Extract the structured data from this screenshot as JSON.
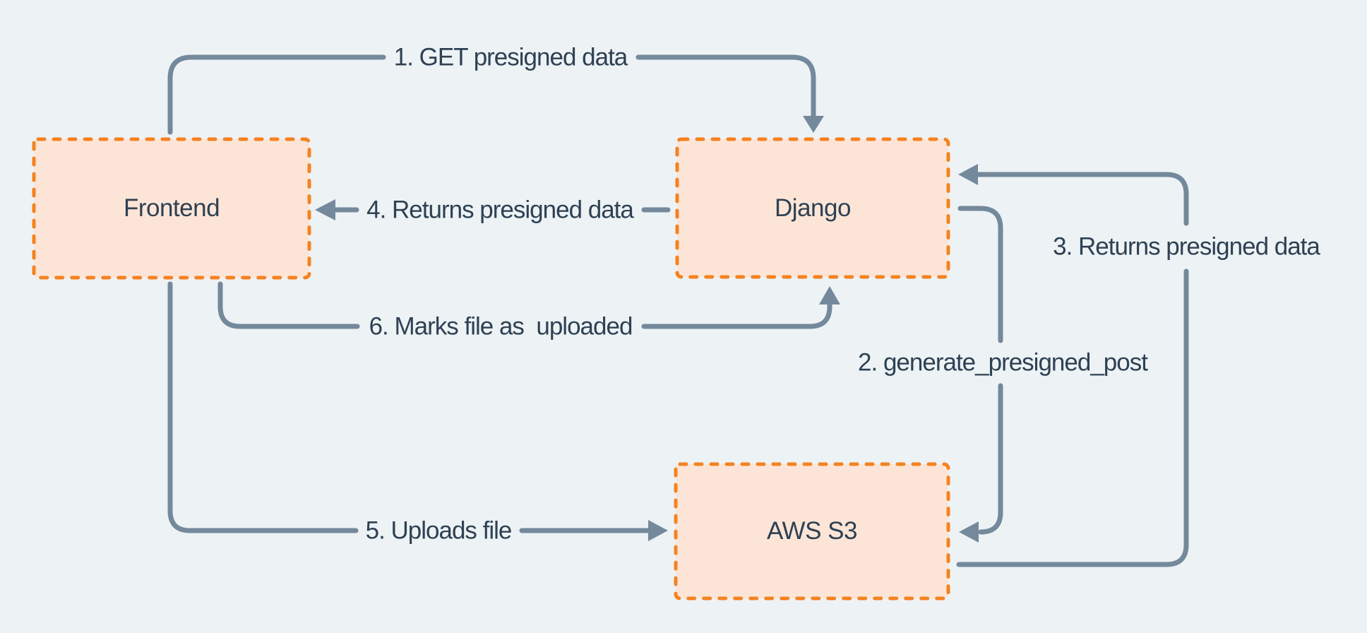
{
  "colors": {
    "background": "#edf2f5",
    "line": "#74899b",
    "text": "#2e4153",
    "node_fill": "#fce5d7",
    "node_border": "#f58220"
  },
  "nodes": [
    {
      "id": "frontend",
      "label": "Frontend"
    },
    {
      "id": "django",
      "label": "Django"
    },
    {
      "id": "aws-s3",
      "label": "AWS S3"
    }
  ],
  "edges": [
    {
      "id": "1",
      "label": "1. GET presigned data",
      "from": "Frontend",
      "to": "Django"
    },
    {
      "id": "2",
      "label": "2. generate_presigned_post",
      "from": "Django",
      "to": "AWS S3"
    },
    {
      "id": "3",
      "label": "3. Returns presigned data",
      "from": "AWS S3",
      "to": "Django"
    },
    {
      "id": "4",
      "label": "4. Returns presigned data",
      "from": "Django",
      "to": "Frontend"
    },
    {
      "id": "5",
      "label": "5. Uploads file",
      "from": "Frontend",
      "to": "AWS S3"
    },
    {
      "id": "6",
      "label": "6. Marks file as  uploaded",
      "from": "Frontend",
      "to": "Django"
    }
  ]
}
